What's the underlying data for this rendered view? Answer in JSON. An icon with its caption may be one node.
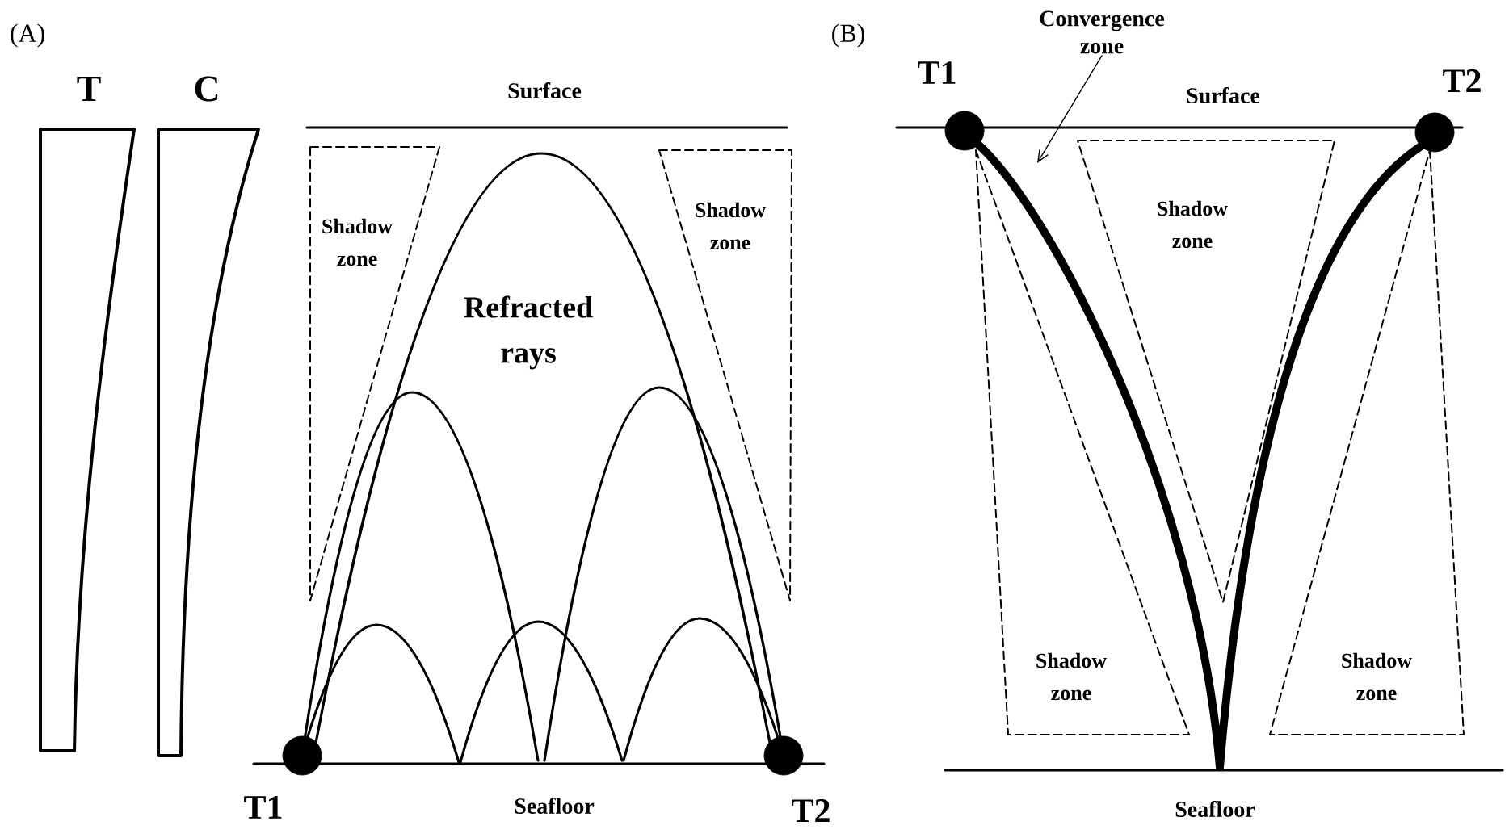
{
  "diagram": {
    "nodes": [
      {
        "text": [
          "T"
        ]
      },
      {
        "text": [
          "C"
        ]
      },
      {
        "text": [
          "Shadow zone"
        ]
      },
      {
        "text": [
          "Shadow zone"
        ]
      },
      {
        "text": [],
        "shape": "circle",
        "beside": [
          "T1"
        ]
      },
      {
        "text": [],
        "shape": "circle",
        "beside": [
          "T2"
        ]
      },
      {
        "text": [
          "Convergence zone"
        ]
      },
      {
        "text": [],
        "shape": "circle",
        "beside": [
          "T1"
        ]
      },
      {
        "text": [],
        "shape": "circle",
        "beside": [
          "T2"
        ]
      },
      {
        "text": [
          "Shadow zone"
        ]
      },
      {
        "text": [
          "Shadow zone"
        ]
      },
      {
        "text": [
          "Shadow zone"
        ]
      }
    ],
    "edges": [
      {
        "from": 4,
        "to": 5,
        "arrow": "none"
      },
      {
        "from": 7,
        "to": 8,
        "arrow": "none",
        "style": "thick"
      },
      {
        "from": 6,
        "to": null,
        "arrow": "to"
      }
    ],
    "labels": [
      "(A)",
      "Surface",
      "Refracted rays",
      "Seafloor",
      "(B)",
      "Surface",
      "Seafloor"
    ]
  }
}
